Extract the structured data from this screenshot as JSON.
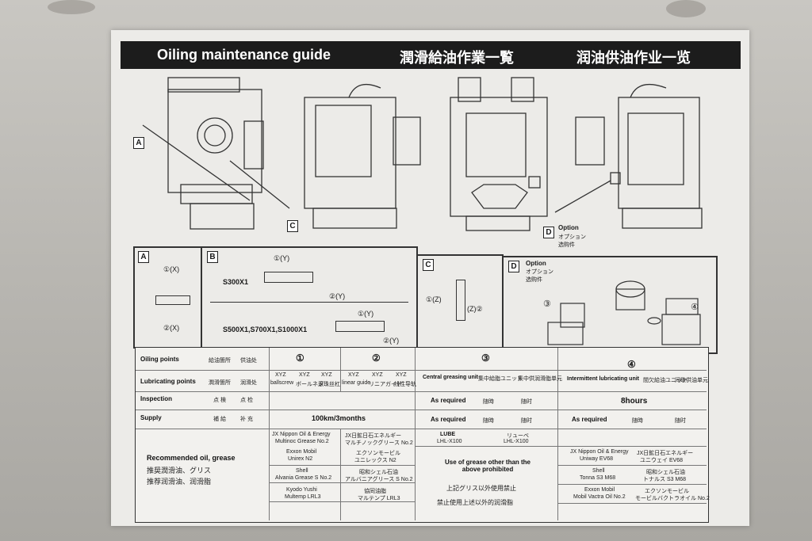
{
  "header": {
    "title_en": "Oiling maintenance guide",
    "title_jp": "潤滑給油作業一覧",
    "title_cn": "润油供油作业一览"
  },
  "diagram_labels": {
    "a": "A",
    "b": "B",
    "c": "C",
    "d": "D",
    "option_en": "Option",
    "option_jp": "オプション",
    "option_cn": "选购件"
  },
  "details": {
    "a_point1": "①(X)",
    "a_point2": "②(X)",
    "b_model1": "S300X1",
    "b_model2": "S500X1,S700X1,S1000X1",
    "b_point1": "①(Y)",
    "b_point2": "②(Y)",
    "c_point1": "(Z)②",
    "c_point2": "①(Z)",
    "d_point3": "③",
    "d_point4": "④"
  },
  "table": {
    "row_oiling_points": "Oiling points",
    "row_oiling_points_jp": "給油箇所",
    "row_oiling_points_cn": "供油处",
    "row_lubricating_points": "Lubricating points",
    "row_lubricating_points_jp": "潤滑箇所",
    "row_lubricating_points_cn": "润滑处",
    "row_inspection": "Inspection",
    "row_inspection_jp": "点 検",
    "row_inspection_cn": "点 检",
    "row_supply": "Supply",
    "row_supply_jp": "補 給",
    "row_supply_cn": "补 充",
    "row_recommended": "Recommended oil, grease",
    "row_recommended_jp": "推奨潤滑油、グリス",
    "row_recommended_cn": "推荐润滑油、润滑脂",
    "col1": "①",
    "col2": "②",
    "col3": "③",
    "col4": "④",
    "xyz": "XYZ",
    "ballscrew": "ballscrew",
    "ballscrew_jp": "ボールネジ",
    "ballscrew_cn": "滚珠丝杠",
    "linear_guide": "linear guide",
    "linear_guide_jp": "リニアガイド",
    "linear_guide_cn": "线性导轨",
    "central_unit": "Central greasing unit",
    "central_unit_jp": "集中給脂ユニット",
    "central_unit_cn": "集中供润滑脂单元",
    "intermittent_unit": "Intermittent lubricating unit",
    "intermittent_unit_jp": "間欠給油ユニット",
    "intermittent_unit_cn": "间歇供油单元",
    "as_required": "As required",
    "as_required_jp": "随時",
    "as_required_cn": "随时",
    "supply_interval": "100km/3months",
    "hours": "8hours",
    "jx_en": "JX Nippon Oil & Energy",
    "jx_product": "Multinoc Grease No.2",
    "jx_jp": "JX日鉱日石エネルギー",
    "jx_product_jp": "マルチノックグリース No.2",
    "exxon_en": "Exxon Mobil",
    "exxon_product": "Unirex N2",
    "exxon_jp": "エクソンモービル",
    "exxon_product_jp": "ユニレックス N2",
    "shell_en": "Shell",
    "shell_product": "Alvania Grease S No.2",
    "shell_jp": "昭和シェル石油",
    "shell_product_jp": "アルバニアグリース S No.2",
    "kyodo_en": "Kyodo Yushi",
    "kyodo_product": "Multemp LRL3",
    "kyodo_jp": "協同油脂",
    "kyodo_product_jp": "マルテンプ LRL3",
    "lube_en": "LUBE",
    "lube_product": "LHL-X100",
    "lube_jp": "リューベ",
    "lube_product_jp": "LHL-X100",
    "prohibited_en": "Use of grease other than the above prohibited",
    "prohibited_jp": "上記グリス以外使用禁止",
    "prohibited_cn": "禁止使用上述以外的润滑脂",
    "jx4_en": "JX Nippon Oil & Energy",
    "jx4_product": "Uniway EV68",
    "jx4_jp": "JX日鉱日石エネルギー",
    "jx4_product_jp": "ユニウェイ EV68",
    "shell4_en": "Shell",
    "shell4_product": "Tonna S3 M68",
    "shell4_jp": "昭和シェル石油",
    "shell4_product_jp": "トナルス S3 M68",
    "exxon4_en": "Exxon Mobil",
    "exxon4_product": "Mobil Vactra Oil No.2",
    "exxon4_jp": "エクソンモービル",
    "exxon4_product_jp": "モービルバクトラオイル No.2"
  }
}
